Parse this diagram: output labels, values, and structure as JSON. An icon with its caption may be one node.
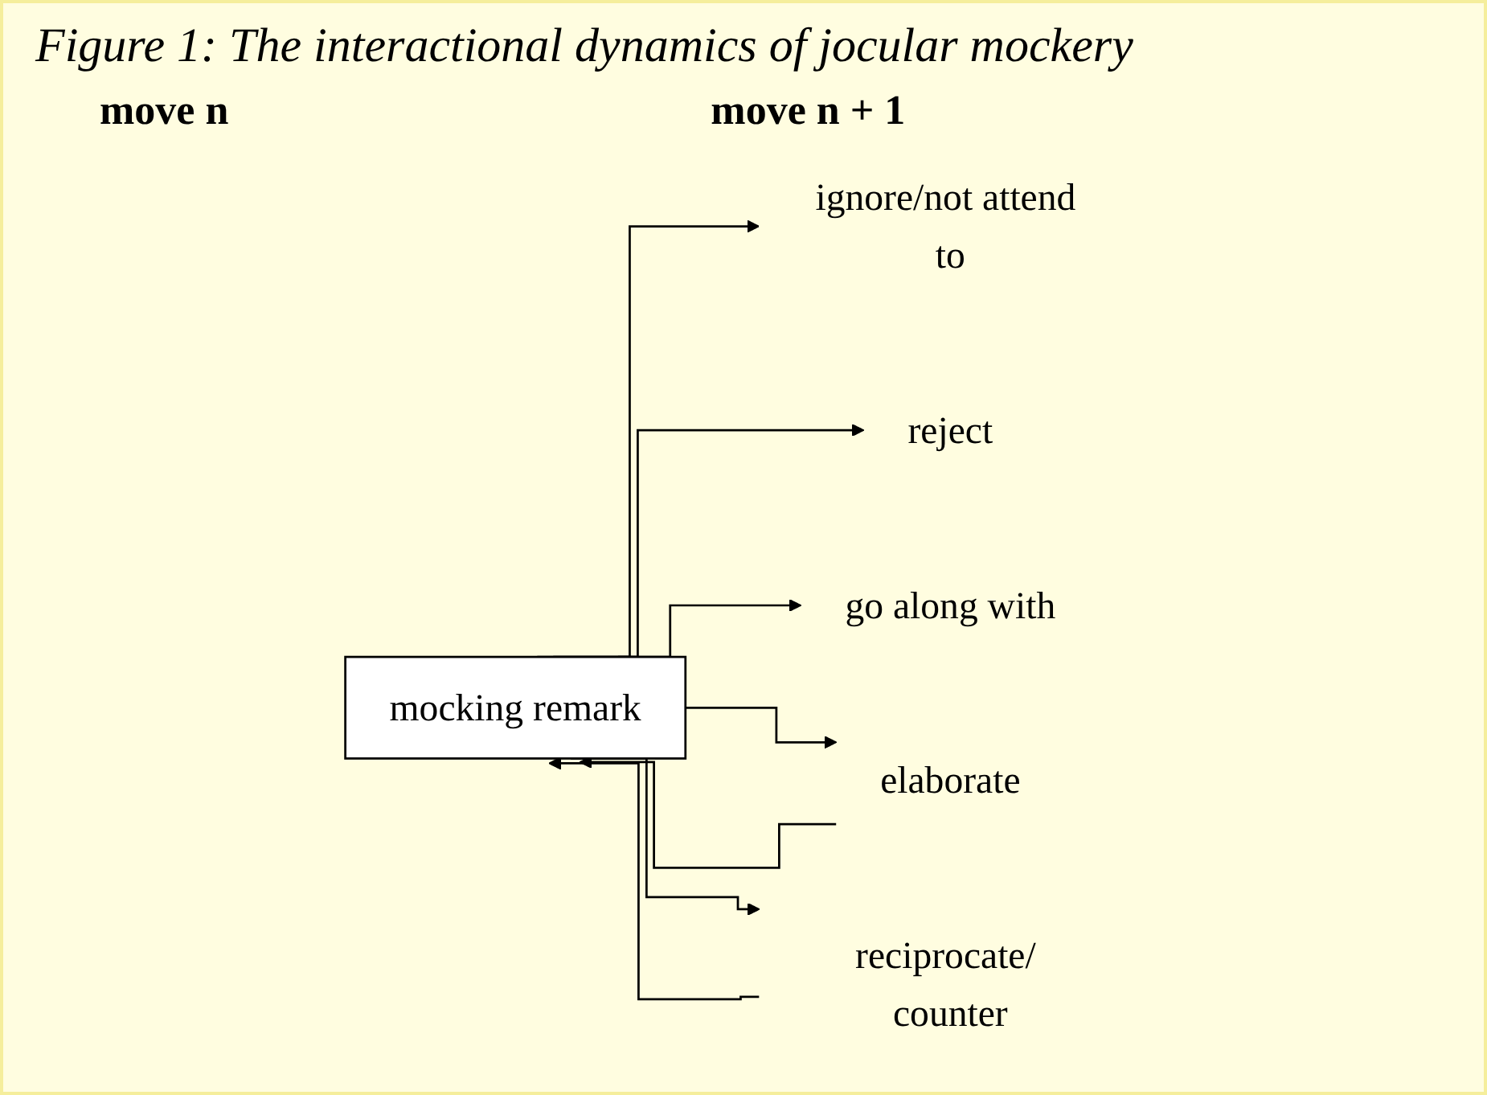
{
  "diagram": {
    "title": "Figure 1: The interactional dynamics of jocular mockery",
    "nodes": [
      {
        "text": [
          "mocking remark"
        ]
      },
      {
        "text": [
          "ignore/not attend to"
        ]
      },
      {
        "text": [
          "reject"
        ]
      },
      {
        "text": [
          "go along with"
        ]
      },
      {
        "text": [
          "elaborate"
        ]
      },
      {
        "text": [
          "reciprocate/ counter"
        ]
      }
    ],
    "edges": [
      {
        "from": 0,
        "to": 1,
        "arrow": "to"
      },
      {
        "from": 0,
        "to": 2,
        "arrow": "to"
      },
      {
        "from": 0,
        "to": 3,
        "arrow": "to"
      },
      {
        "from": 0,
        "to": 4,
        "arrow": "to"
      },
      {
        "from": 0,
        "to": 5,
        "arrow": "to"
      },
      {
        "from": 4,
        "to": 0,
        "arrow": "to"
      },
      {
        "from": 5,
        "to": 0,
        "arrow": "to"
      }
    ],
    "labels": [
      "move n",
      "move n + 1"
    ]
  }
}
